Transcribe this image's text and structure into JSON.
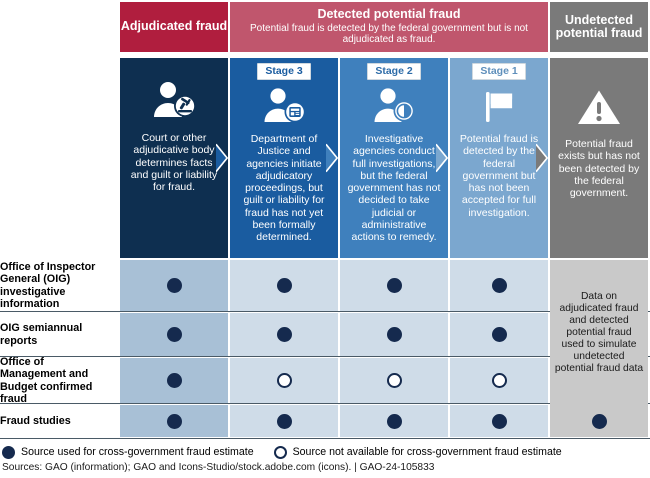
{
  "headers": [
    {
      "key": "adjudicated",
      "title": "Adjudicated fraud",
      "subtitle": "",
      "color": "#b01e3e"
    },
    {
      "key": "detected",
      "title": "Detected potential fraud",
      "subtitle": "Potential fraud is detected by the federal government but is not adjudicated as fraud.",
      "color": "#c0566d"
    },
    {
      "key": "undetected",
      "title": "Undetected potential fraud",
      "subtitle": "",
      "color": "#7a7a7a"
    }
  ],
  "columns": [
    {
      "key": "adjudicated",
      "stage_label": "",
      "icon": "judge-person-gavel-icon",
      "text": "Court or other adjudicative body determines facts and guilt or liability for fraud.",
      "color": "#0e2f50"
    },
    {
      "key": "stage3",
      "stage_label": "Stage 3",
      "icon": "person-document-icon",
      "text": "Department of Justice and agencies initiate adjudicatory proceedings, but guilt or liability for fraud has not yet been formally determined.",
      "color": "#1a5ca0"
    },
    {
      "key": "stage2",
      "stage_label": "Stage 2",
      "icon": "person-investigate-icon",
      "text": "Investigative agencies conduct full investigations, but the federal government has not decided to take judicial or administrative actions to remedy.",
      "color": "#3f80bd"
    },
    {
      "key": "stage1",
      "stage_label": "Stage 1",
      "icon": "flag-icon",
      "text": "Potential fraud is detected by the federal government but has not been accepted for full investigation.",
      "color": "#7ba7cf"
    },
    {
      "key": "undetected",
      "stage_label": "",
      "icon": "warning-triangle-icon",
      "text": "Potential fraud exists but has not been detected by the federal government.",
      "color": "#7a7a7a"
    }
  ],
  "matrix": {
    "rows": [
      {
        "label": "Office of Inspector General (OIG) investigative information",
        "cells": [
          "filled",
          "filled",
          "filled",
          "filled",
          "none"
        ]
      },
      {
        "label": "OIG semiannual reports",
        "cells": [
          "filled",
          "filled",
          "filled",
          "filled",
          "none"
        ]
      },
      {
        "label": "Office of Management and Budget confirmed fraud",
        "cells": [
          "filled",
          "open",
          "open",
          "open",
          "none"
        ]
      },
      {
        "label": "Fraud studies",
        "cells": [
          "filled",
          "filled",
          "filled",
          "filled",
          "filled"
        ]
      }
    ],
    "undetected_note": "Data on adjudicated fraud and detected potential fraud used to simulate undetected potential fraud data"
  },
  "legend": {
    "filled_label": "Source used for cross-government fraud estimate",
    "open_label": "Source not available for cross-government fraud estimate"
  },
  "footer": {
    "sources": "Sources: GAO (information); GAO and Icons-Studio/stock.adobe.com (icons).  |  GAO-24-105833"
  }
}
